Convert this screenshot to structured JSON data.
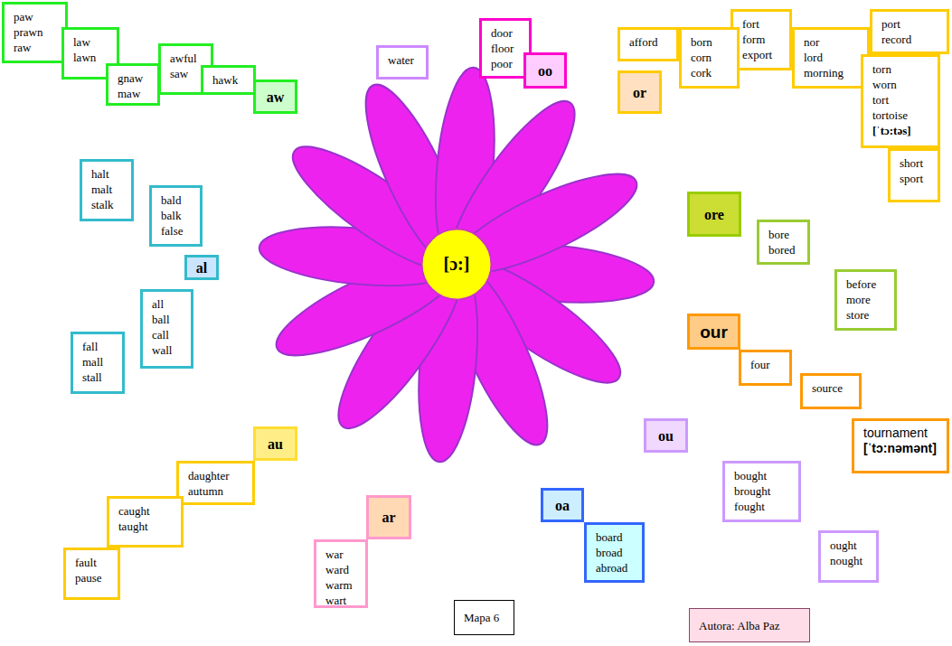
{
  "diagram": {
    "nodes": [
      {
        "text": [
          "paw",
          "prawn",
          "raw"
        ]
      },
      {
        "text": [
          "law",
          "lawn"
        ]
      },
      {
        "text": [
          "awful",
          "saw"
        ]
      },
      {
        "text": [
          "gnaw",
          "maw"
        ]
      },
      {
        "text": [
          "hawk"
        ]
      },
      {
        "text": [
          "aw"
        ]
      },
      {
        "text": [
          "water"
        ]
      },
      {
        "text": [
          "door",
          "floor",
          "poor"
        ]
      },
      {
        "text": [
          "oo"
        ]
      },
      {
        "text": [
          "fort",
          "form",
          "export"
        ]
      },
      {
        "text": [
          "port",
          "record"
        ]
      },
      {
        "text": [
          "afford"
        ]
      },
      {
        "text": [
          "born",
          "corn",
          "cork"
        ]
      },
      {
        "text": [
          "nor",
          "lord",
          "morning"
        ]
      },
      {
        "text": [
          "torn",
          "worn",
          "tort",
          "tortoise",
          "[ˈtɔ:təs]"
        ]
      },
      {
        "text": [
          "or"
        ]
      },
      {
        "text": [
          "halt",
          "malt",
          "stalk"
        ]
      },
      {
        "text": [
          "short",
          "sport"
        ]
      },
      {
        "text": [
          "bald",
          "balk",
          "false"
        ]
      },
      {
        "text": [
          "ore"
        ]
      },
      {
        "text": [
          "bore",
          "bored"
        ]
      },
      {
        "text": [
          "[ɔ:]"
        ]
      },
      {
        "text": [
          "al"
        ]
      },
      {
        "text": [
          "before",
          "more",
          "store"
        ]
      },
      {
        "text": [
          "all",
          "ball",
          "call",
          "wall"
        ]
      },
      {
        "text": [
          "our"
        ]
      },
      {
        "text": [
          "fall",
          "mall",
          "stall"
        ]
      },
      {
        "text": [
          "four"
        ]
      },
      {
        "text": [
          "source"
        ]
      },
      {
        "text": [
          "ou"
        ]
      },
      {
        "text": [
          "tournament",
          "[ˈtɔ:nəmənt]"
        ]
      },
      {
        "text": [
          "au"
        ]
      },
      {
        "text": [
          "daughter",
          "autumn"
        ]
      },
      {
        "text": [
          "bought",
          "brought",
          "fought"
        ]
      },
      {
        "text": [
          "oa"
        ]
      },
      {
        "text": [
          "ar"
        ]
      },
      {
        "text": [
          "caught",
          "taught"
        ]
      },
      {
        "text": [
          "board",
          "broad",
          "abroad"
        ]
      },
      {
        "text": [
          "ought",
          "nought"
        ]
      },
      {
        "text": [
          "war",
          "ward",
          "warm",
          "wart"
        ]
      },
      {
        "text": [
          "fault",
          "pause"
        ]
      },
      {
        "text": [
          "Mapa 6"
        ]
      },
      {
        "text": [
          "Autora: Alba Paz"
        ]
      }
    ]
  }
}
